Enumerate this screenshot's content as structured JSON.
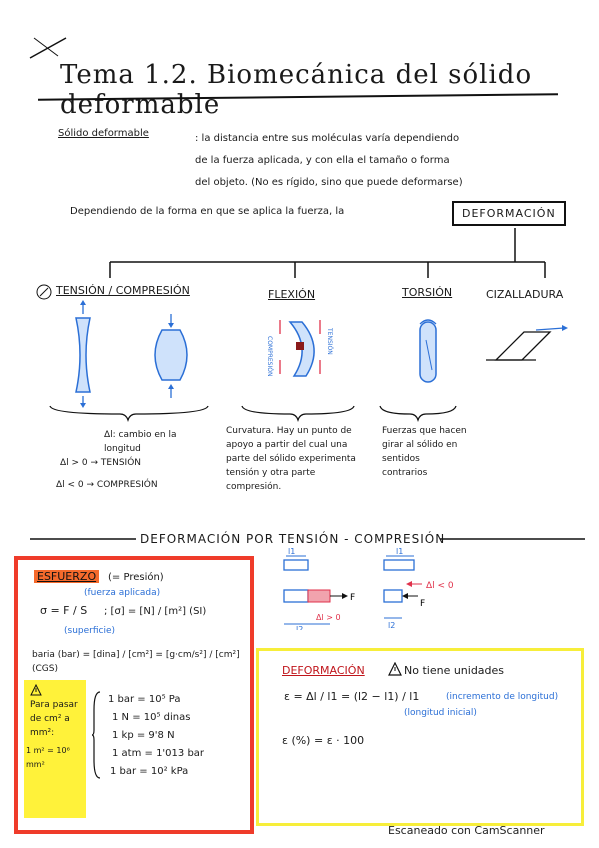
{
  "title": "Tema 1.2. Biomecánica del sólido deformable",
  "definition": {
    "term": "Sólido deformable",
    "line1": ": la distancia entre sus moléculas varía dependiendo",
    "line2": "de la fuerza aplicada, y con ella el tamaño o forma",
    "line3": "del objeto. (No es rígido, sino que puede deformarse)"
  },
  "lead_text": "Dependiendo de la forma en que se aplica la fuerza, la",
  "deformation_box": "DEFORMACIÓN",
  "branches": {
    "tension": "TENSIÓN / COMPRESIÓN",
    "flexion": "FLEXIÓN",
    "torsion": "TORSIÓN",
    "shear": "CIZALLADURA"
  },
  "labels": {
    "compresion": "COMPRESIÓN",
    "tension": "TENSIÓN"
  },
  "tension_desc": {
    "delta": "Δl: cambio en la longitud",
    "pos": "Δl > 0 → TENSIÓN",
    "neg": "Δl < 0 → COMPRESIÓN"
  },
  "flexion_desc": "Curvatura. Hay un punto de apoyo a partir del cual una parte del sólido experimenta tensión y otra parte compresión.",
  "torsion_desc": "Fuerzas que hacen girar al sólido en sentidos contrarios",
  "section_title": "DEFORMACIÓN POR TENSIÓN - COMPRESIÓN",
  "diagram": {
    "l1_left": "l1",
    "l2_left": "l2",
    "dl_pos": "Δl > 0",
    "F": "F",
    "l1_right": "l1",
    "l2_right": "l2",
    "dl_neg": "Δl < 0",
    "F2": "F"
  },
  "esfuerzo": {
    "title": "ESFUERZO",
    "paren": "(= Presión)",
    "fuerza_note": "(fuerza aplicada)",
    "sigma": "σ = F / S",
    "units": "; [σ] = [N] / [m²]  (SI)",
    "superficie": "(superficie)",
    "baria": "baria (bar) = [dina] / [cm²] = [g·cm/s²] / [cm²]  (CGS)",
    "note_title": "Para pasar de cm² a mm²:",
    "note_eq": "1 m² = 10⁶ mm²",
    "conv1": "1 bar = 10⁵ Pa",
    "conv2": "1 N = 10⁵ dinas",
    "conv3": "1 kp = 9'8 N",
    "conv4": "1 atm = 1'013 bar",
    "conv5": "1 bar = 10² kPa"
  },
  "deformacion": {
    "title": "DEFORMACIÓN",
    "warning": "No tiene unidades",
    "formula": "ε = Δl / l1 = (l2 − l1) / l1",
    "incremento": "(incremento de longitud)",
    "inicial": "(longitud inicial)",
    "percent": "ε (%) = ε · 100"
  },
  "footer": "Escaneado con CamScanner",
  "colors": {
    "red": "#ef3b2a",
    "orange": "#f56a2c",
    "yellow": "#fff23a",
    "blue": "#2b6fd6",
    "pink": "#e0324b"
  }
}
